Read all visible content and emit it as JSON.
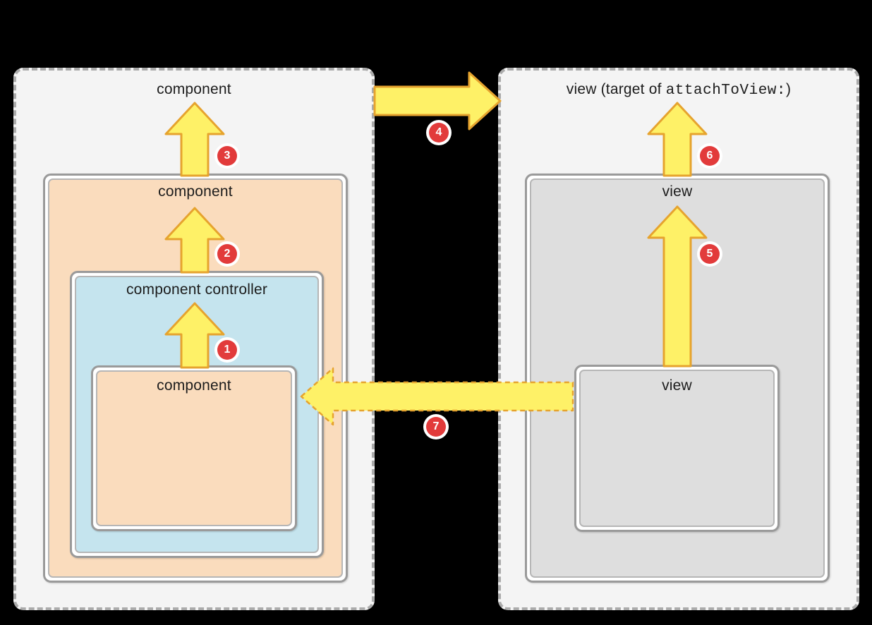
{
  "colors": {
    "background": "#000000",
    "panel_fill": "#f4f4f4",
    "panel_border": "#ababab",
    "box_border": "#9a9a9a",
    "peach_fill": "#fadcbd",
    "blue_fill": "#c5e4ee",
    "gray_fill": "#dedede",
    "arrow_fill": "#fef167",
    "arrow_stroke": "#e6a32e",
    "badge_fill": "#e23b3b",
    "badge_text": "#ffffff",
    "label_text": "#1c1c1c"
  },
  "left_panel": {
    "title": "component",
    "outer_box_label": "component",
    "controller_box_label": "component controller",
    "inner_box_label": "component"
  },
  "right_panel": {
    "title_prefix": "view (target of ",
    "title_code": "attachToView:",
    "title_suffix": ")",
    "outer_box_label": "view",
    "inner_box_label": "view"
  },
  "badges": [
    "1",
    "2",
    "3",
    "4",
    "5",
    "6",
    "7"
  ]
}
